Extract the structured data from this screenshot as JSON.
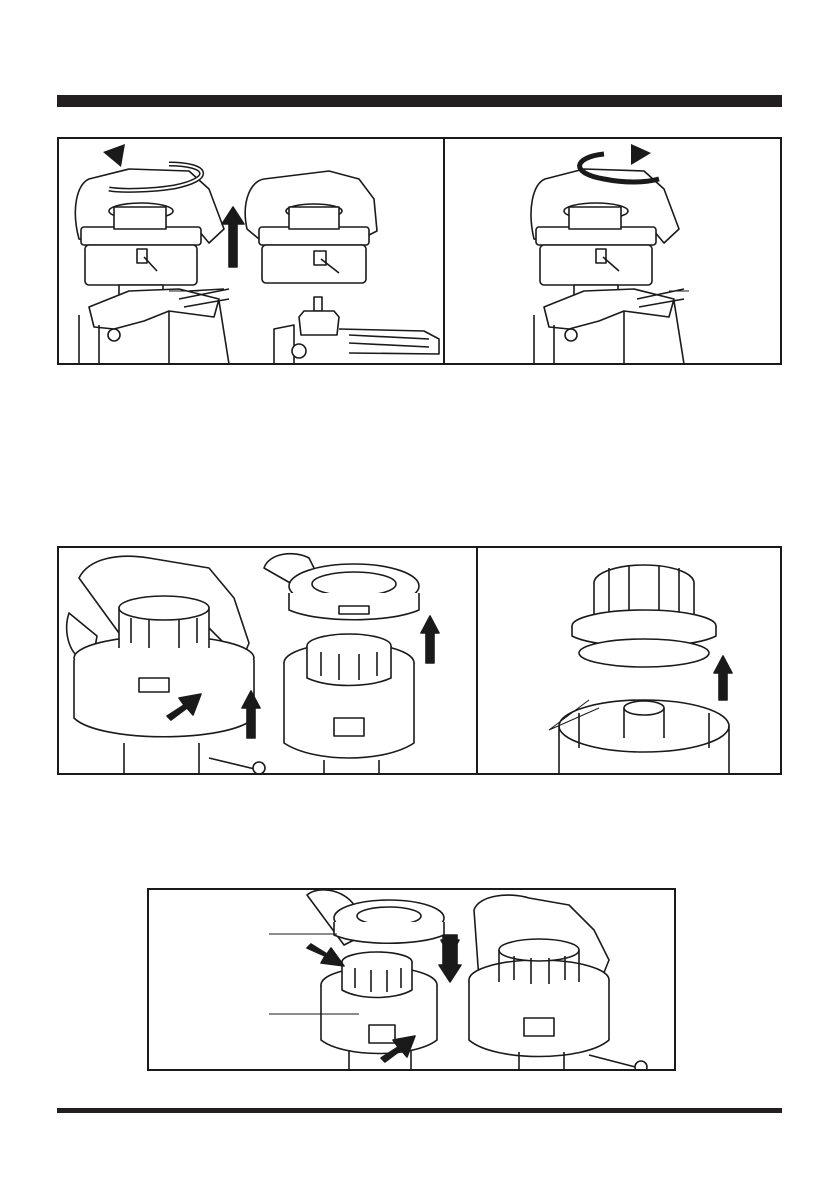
{
  "page": {
    "background": "#ffffff",
    "ink": "#1a1a1a",
    "accent_dark": "#231f20",
    "fill_light": "#f2f2f2"
  },
  "icons": {
    "rotate_counterclockwise": "rotate-ccw-arrow",
    "rotate_clockwise": "rotate-cw-arrow",
    "direction": "bold-arrow",
    "callout": "leader-line"
  }
}
